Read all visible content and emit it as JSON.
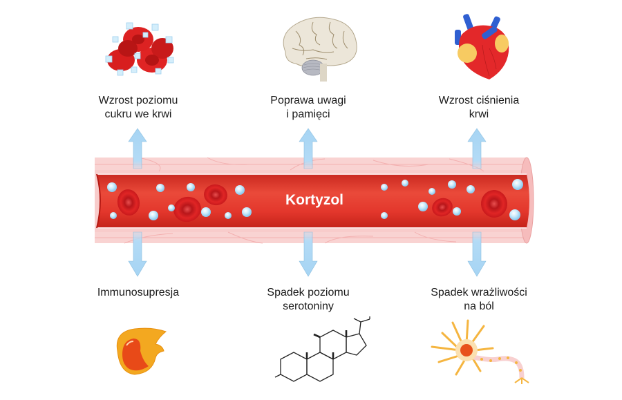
{
  "diagram": {
    "center_label": "Kortyzol",
    "effects_up": [
      {
        "line1": "Wzrost poziomu",
        "line2": "cukru we krwi",
        "icon": "blood-sugar-cells-icon",
        "direction": "up"
      },
      {
        "line1": "Poprawa uwagi",
        "line2": "i pamięci",
        "icon": "brain-icon",
        "direction": "up"
      },
      {
        "line1": "Wzrost ciśnienia",
        "line2": "krwi",
        "icon": "heart-icon",
        "direction": "up"
      }
    ],
    "effects_down": [
      {
        "line1": "Immunosupresja",
        "line2": "",
        "icon": "immune-cell-icon",
        "direction": "down"
      },
      {
        "line1": "Spadek poziomu",
        "line2": "serotoniny",
        "icon": "steroid-molecule-icon",
        "direction": "down"
      },
      {
        "line1": "Spadek wrażliwości",
        "line2": "na ból",
        "icon": "neuron-icon",
        "direction": "down"
      }
    ],
    "colors": {
      "vessel_wall": "#f7c4c4",
      "vessel_lumen": "#e2382f",
      "arrow": "#a9d7f5",
      "red_cell": "#d71f1f",
      "bubble": "#bfe6fa",
      "text": "#1a1a1a"
    }
  }
}
